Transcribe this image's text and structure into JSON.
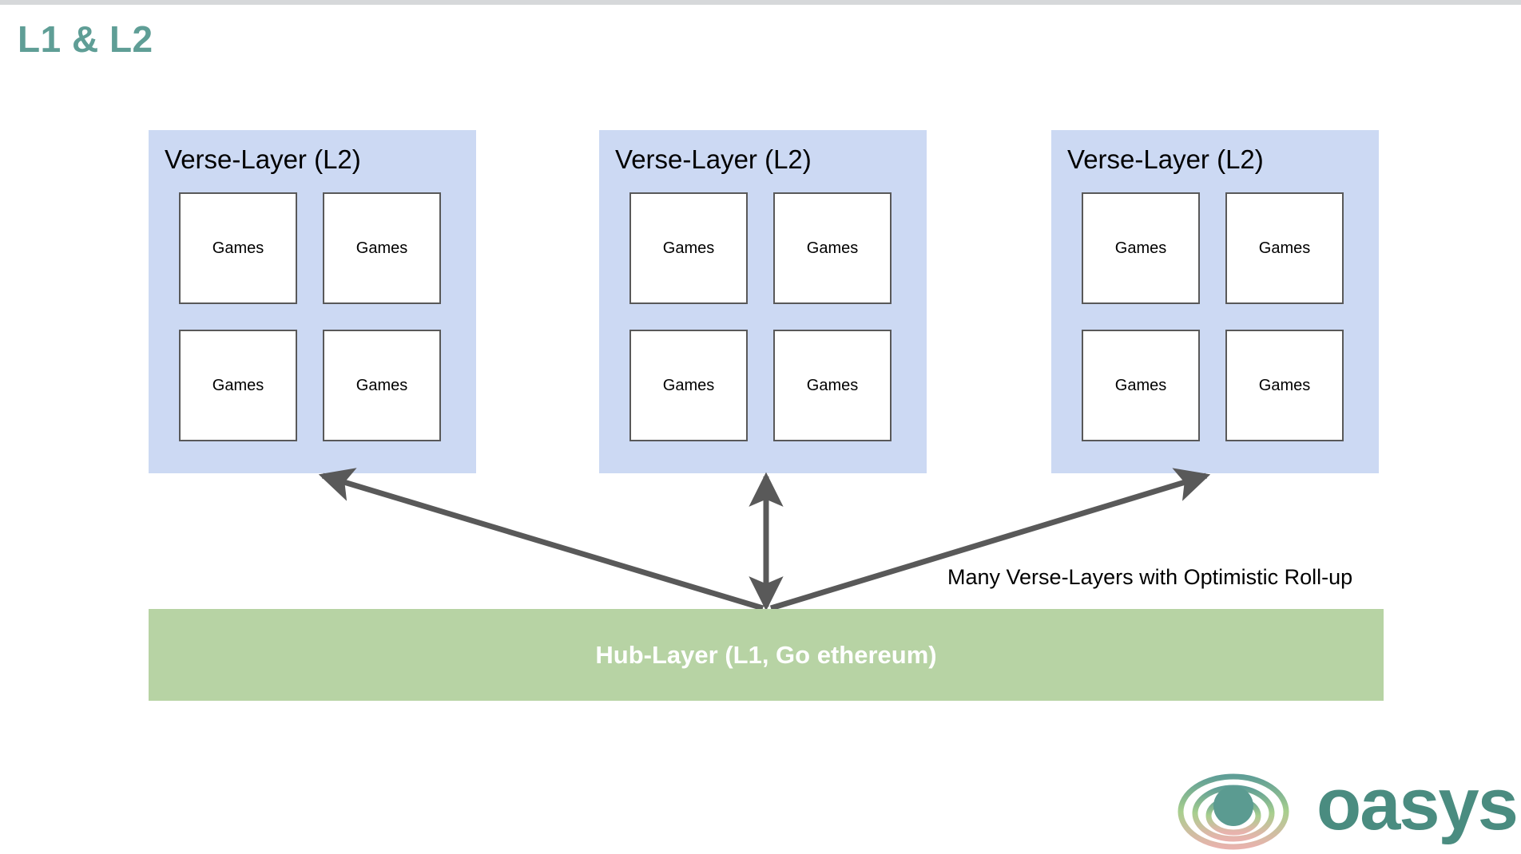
{
  "slide": {
    "title": "L1 & L2",
    "title_color": "#5f9e96",
    "background": "#ffffff",
    "top_rule_color": "#d6d8da"
  },
  "diagram": {
    "type": "layered-architecture",
    "verse_layers": [
      {
        "title": "Verse-Layer (L2)",
        "fill": "#ccd9f3",
        "games": [
          "Games",
          "Games",
          "Games",
          "Games"
        ]
      },
      {
        "title": "Verse-Layer (L2)",
        "fill": "#ccd9f3",
        "games": [
          "Games",
          "Games",
          "Games",
          "Games"
        ]
      },
      {
        "title": "Verse-Layer (L2)",
        "fill": "#ccd9f3",
        "games": [
          "Games",
          "Games",
          "Games",
          "Games"
        ]
      }
    ],
    "hub_layer": {
      "label": "Hub-Layer (L1, Go ethereum)",
      "fill": "#b7d3a4",
      "text_color": "#ffffff"
    },
    "annotation": "Many Verse-Layers with Optimistic Roll-up",
    "connector_color": "#595959",
    "connectors": [
      {
        "from": "hub-layer",
        "to": "verse-layer-1",
        "style": "arrow"
      },
      {
        "from": "hub-layer",
        "to": "verse-layer-2",
        "style": "double-arrow"
      },
      {
        "from": "hub-layer",
        "to": "verse-layer-3",
        "style": "arrow"
      }
    ]
  },
  "logo": {
    "wordmark": "oasys",
    "wordmark_color": "#4a8c80",
    "mark_colors": [
      "#5f9e96",
      "#a8cf8e",
      "#e8b3ad"
    ]
  }
}
